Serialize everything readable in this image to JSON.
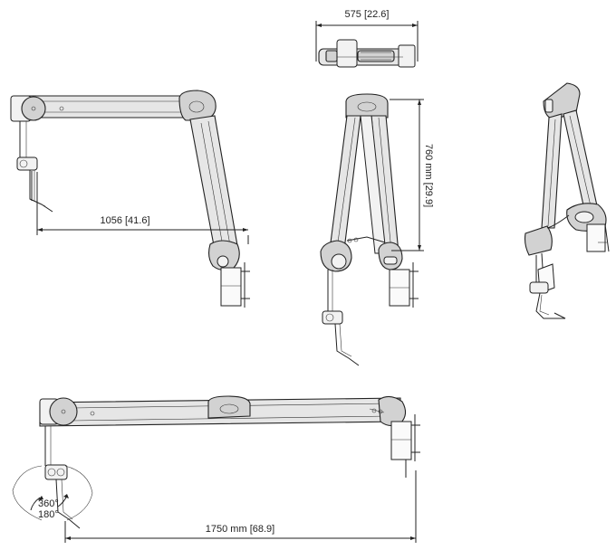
{
  "dimensions": {
    "top_view_width": "575 [22.6]",
    "side_reach": "1056 [41.6]",
    "height": "760 mm [29.9]",
    "full_reach": "1750 mm [68.9]",
    "rotation_360": "360°",
    "rotation_180": "180°"
  }
}
